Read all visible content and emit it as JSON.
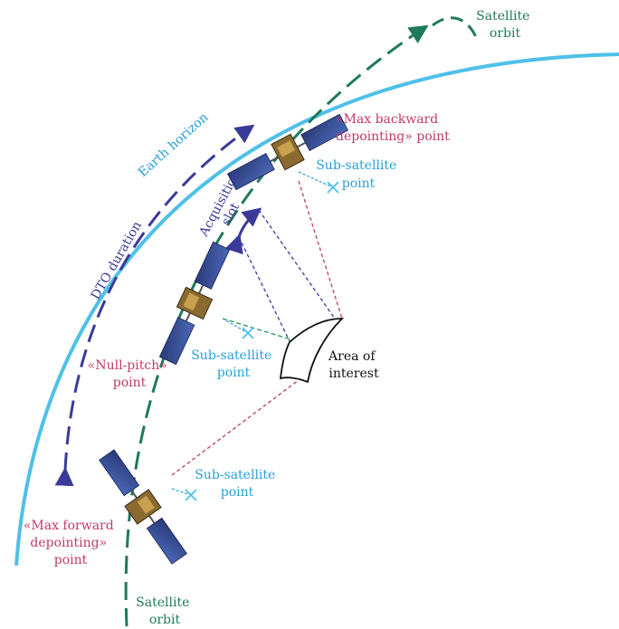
{
  "labels": {
    "satellite_orbit_top": [
      "Satellite",
      "orbit"
    ],
    "satellite_orbit_bottom": [
      "Satellite",
      "orbit"
    ],
    "earth_horizon": "Earth horizon",
    "dto_duration": "DTO duration",
    "acquisition_slot": [
      "Acquisition",
      "slot"
    ],
    "max_backward": [
      "«Max backward",
      "depointing» point"
    ],
    "null_pitch": [
      "«Null-pitch»",
      "point"
    ],
    "max_forward": [
      "«Max forward",
      "depointing»",
      "point"
    ],
    "sub_satellite_top": [
      "Sub-satellite",
      "point"
    ],
    "sub_satellite_mid": [
      "Sub-satellite",
      "point"
    ],
    "sub_satellite_bottom": [
      "Sub-satellite",
      "point"
    ],
    "area_of_interest": [
      "Area of",
      "interest"
    ]
  },
  "colors": {
    "earth_horizon": "#4fc0e8",
    "orbit": "#1f7a5a",
    "dto_arrow": "#3a3a9a",
    "sight_line": "#c0396a",
    "ground_track": "#3a9fd6",
    "label_magenta": "#c0396a",
    "label_cyan": "#2a9fd6"
  }
}
